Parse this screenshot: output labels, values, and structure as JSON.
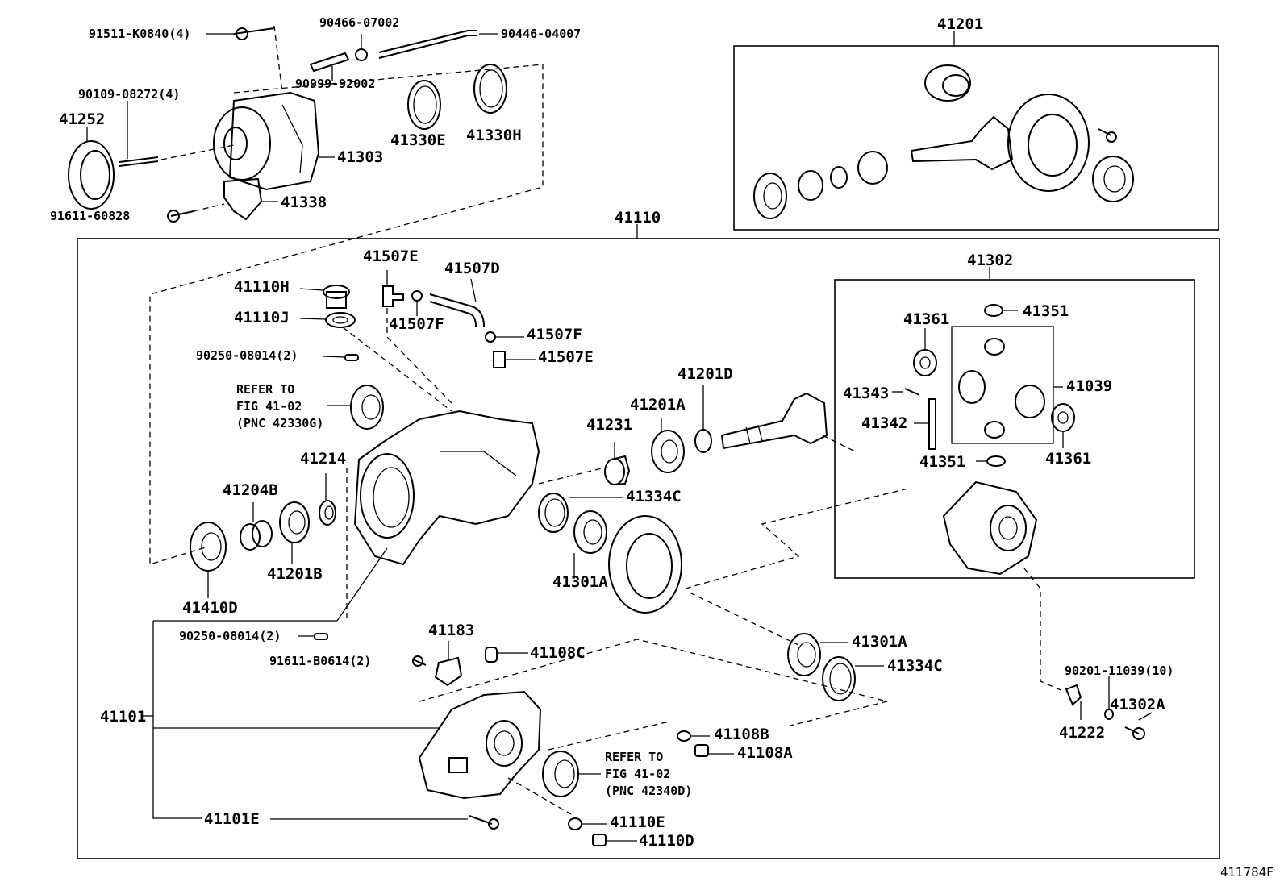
{
  "diagram_code": "411784F",
  "groups": {
    "g41201": "41201",
    "g41110": "41110",
    "g41302": "41302"
  },
  "labels": {
    "p91511": "91511-K0840(4)",
    "p90466": "90466-07002",
    "p90446": "90446-04007",
    "p90999": "90999-92002",
    "p90109": "90109-08272(4)",
    "p41252": "41252",
    "p41330E": "41330E",
    "p41330H": "41330H",
    "p41303": "41303",
    "p41338": "41338",
    "p91611_60828": "91611-60828",
    "p41507E_top": "41507E",
    "p41507D": "41507D",
    "p41110H": "41110H",
    "p41110J": "41110J",
    "p41507F_left": "41507F",
    "p41507F_right": "41507F",
    "p41507E_right": "41507E",
    "p90250_top": "90250-08014(2)",
    "p41214": "41214",
    "p41204B": "41204B",
    "p41410D": "41410D",
    "p41201B": "41201B",
    "p41231": "41231",
    "p41201A": "41201A",
    "p41201D": "41201D",
    "p41334C_top": "41334C",
    "p41301A_top": "41301A",
    "p41361_left": "41361",
    "p41351_top": "41351",
    "p41343": "41343",
    "p41039": "41039",
    "p41342": "41342",
    "p41361_right": "41361",
    "p41351_bottom": "41351",
    "p90250_bottom": "90250-08014(2)",
    "p41183": "41183",
    "p91611_B0614": "91611-B0614(2)",
    "p41108C": "41108C",
    "p41301A_bottom": "41301A",
    "p41334C_bottom": "41334C",
    "p90201": "90201-11039(10)",
    "p41302A": "41302A",
    "p41222": "41222",
    "p41101": "41101",
    "p41108B": "41108B",
    "p41108A": "41108A",
    "p41101E": "41101E",
    "p41110E": "41110E",
    "p41110D": "41110D"
  },
  "notes": {
    "refer1": [
      "REFER TO",
      "FIG 41-02",
      "(PNC 42330G)"
    ],
    "refer2": [
      "REFER TO",
      "FIG 41-02",
      "(PNC 42340D)"
    ]
  }
}
